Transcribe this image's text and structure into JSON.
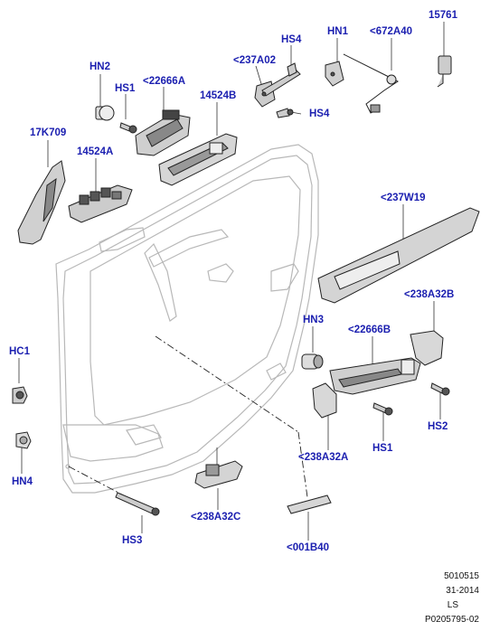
{
  "labels": {
    "hn2": "HN2",
    "hs1_top": "HS1",
    "l22666a": "<22666A",
    "l237a02": "<237A02",
    "hs4_top": "HS4",
    "hn1": "HN1",
    "l672a40": "<672A40",
    "l15761": "15761",
    "l17k709": "17K709",
    "l14524b": "14524B",
    "hs4_mid": "HS4",
    "l14524a": "14524A",
    "l237w19": "<237W19",
    "l238a32b": "<238A32B",
    "hn3": "HN3",
    "l22666b": "<22666B",
    "hc1": "HC1",
    "hs2": "HS2",
    "hs1_bot": "HS1",
    "l238a32a": "<238A32A",
    "hn4": "HN4",
    "l238a32c": "<238A32C",
    "hs3": "HS3",
    "l001b40": "<001B40"
  },
  "footer": {
    "line1": "5010515",
    "line2": "31-2014",
    "line3": "LS",
    "line4": "P0205795-02"
  }
}
